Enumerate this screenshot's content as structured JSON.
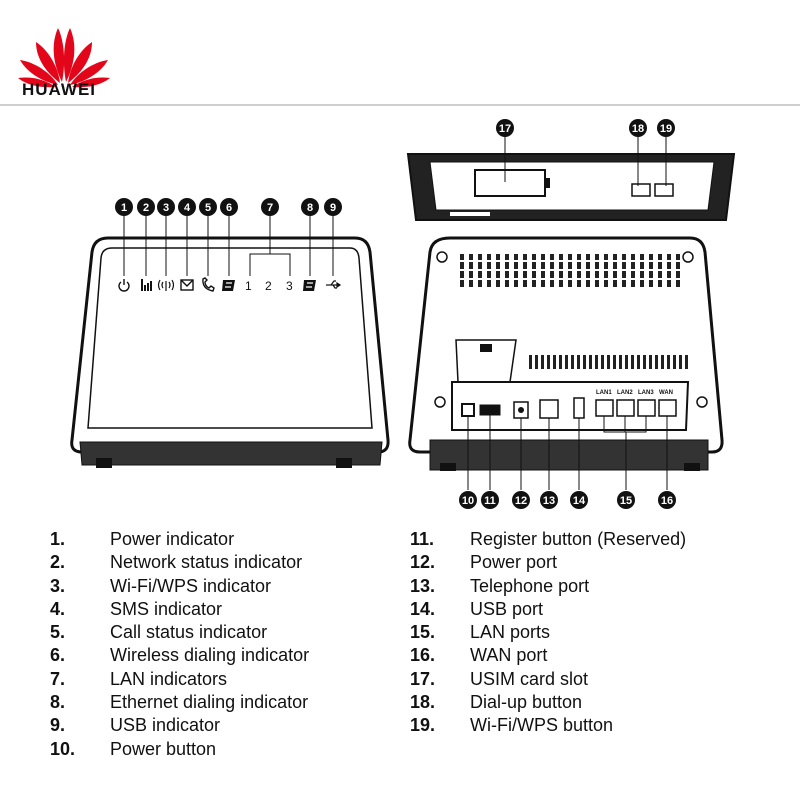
{
  "brand": {
    "name": "HUAWEI",
    "color": "#e3061b"
  },
  "front_lan_digits": [
    "1",
    "2",
    "3"
  ],
  "rear_port_labels": [
    "LAN1",
    "LAN2",
    "LAN3",
    "WAN"
  ],
  "callouts": [
    "1",
    "2",
    "3",
    "4",
    "5",
    "6",
    "7",
    "8",
    "9",
    "10",
    "11",
    "12",
    "13",
    "14",
    "15",
    "16",
    "17",
    "18",
    "19"
  ],
  "legend": {
    "left": [
      {
        "num": "1.",
        "label": "Power indicator"
      },
      {
        "num": "2.",
        "label": "Network status indicator"
      },
      {
        "num": "3.",
        "label": "Wi-Fi/WPS indicator"
      },
      {
        "num": "4.",
        "label": "SMS indicator"
      },
      {
        "num": "5.",
        "label": "Call status indicator"
      },
      {
        "num": "6.",
        "label": "Wireless dialing indicator"
      },
      {
        "num": "7.",
        "label": "LAN indicators"
      },
      {
        "num": "8.",
        "label": "Ethernet dialing indicator"
      },
      {
        "num": "9.",
        "label": "USB indicator"
      },
      {
        "num": "10.",
        "label": "Power button"
      }
    ],
    "right": [
      {
        "num": "11.",
        "label": "Register button (Reserved)"
      },
      {
        "num": "12.",
        "label": "Power port"
      },
      {
        "num": "13.",
        "label": "Telephone port"
      },
      {
        "num": "14.",
        "label": "USB port"
      },
      {
        "num": "15.",
        "label": "LAN ports"
      },
      {
        "num": "16.",
        "label": "WAN port"
      },
      {
        "num": "17.",
        "label": "USIM card slot"
      },
      {
        "num": "18.",
        "label": "Dial-up button"
      },
      {
        "num": "19.",
        "label": "Wi-Fi/WPS button"
      }
    ]
  },
  "icons": {
    "power": "power-icon",
    "signal": "signal-icon",
    "wifi": "wifi-icon",
    "sms": "envelope-icon",
    "call": "phone-icon",
    "wireless_dial": "globe-icon",
    "ethernet_dial": "globe-icon",
    "usb": "usb-icon"
  }
}
